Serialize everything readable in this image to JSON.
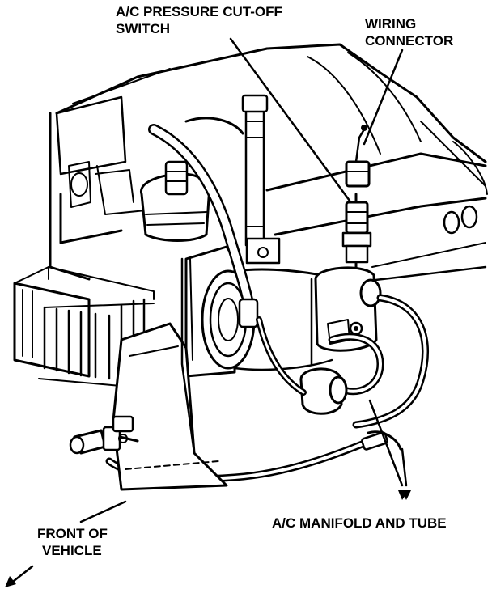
{
  "callouts": {
    "pressure_switch_line1": "A/C PRESSURE CUT-OFF",
    "pressure_switch_line2": "SWITCH",
    "wiring_connector_line1": "WIRING",
    "wiring_connector_line2": "CONNECTOR",
    "manifold_tube": "A/C MANIFOLD AND TUBE",
    "front_line1": "FRONT OF",
    "front_line2": "VEHICLE"
  },
  "colors": {
    "ink": "#000000",
    "paper": "#ffffff"
  }
}
